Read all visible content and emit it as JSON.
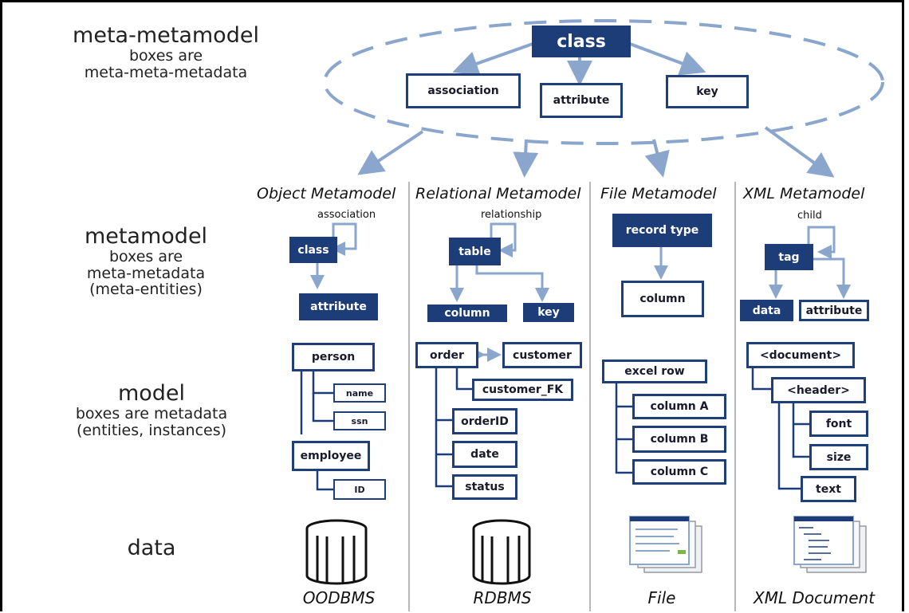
{
  "levels": {
    "meta_metamodel": {
      "title": "meta-metamodel",
      "line1": "boxes are",
      "line2": "meta-meta-metadata"
    },
    "metamodel": {
      "title": "metamodel",
      "line1": "boxes are",
      "line2": "meta-metadata",
      "line3": "(meta-entities)"
    },
    "model": {
      "title": "model",
      "line1": "boxes are metadata",
      "line2": "(entities, instances)"
    },
    "data": {
      "title": "data"
    }
  },
  "top": {
    "class": "class",
    "association": "association",
    "attribute": "attribute",
    "key": "key"
  },
  "columns": {
    "object": {
      "heading": "Object Metamodel",
      "rel_label": "association",
      "class": "class",
      "attribute": "attribute",
      "model": {
        "person": "person",
        "name": "name",
        "ssn": "ssn",
        "employee": "employee",
        "id": "ID"
      },
      "store": "OODBMS"
    },
    "relational": {
      "heading": "Relational Metamodel",
      "rel_label": "relationship",
      "table": "table",
      "column": "column",
      "key": "key",
      "model": {
        "order": "order",
        "customer": "customer",
        "customer_fk": "customer_FK",
        "orderid": "orderID",
        "date": "date",
        "status": "status"
      },
      "store": "RDBMS"
    },
    "file": {
      "heading": "File Metamodel",
      "record_type": "record type",
      "column": "column",
      "model": {
        "excel_row": "excel row",
        "col_a": "column A",
        "col_b": "column B",
        "col_c": "column C"
      },
      "store": "File"
    },
    "xml": {
      "heading": "XML Metamodel",
      "rel_label": "child",
      "tag": "tag",
      "data": "data",
      "attribute": "attribute",
      "model": {
        "document": "<document>",
        "header": "<header>",
        "font": "font",
        "size": "size",
        "text": "text"
      },
      "store": "XML Document"
    }
  },
  "colors": {
    "navy": "#1c3d78",
    "arrow": "#8aa6cc",
    "divider": "#b8b8b8"
  }
}
